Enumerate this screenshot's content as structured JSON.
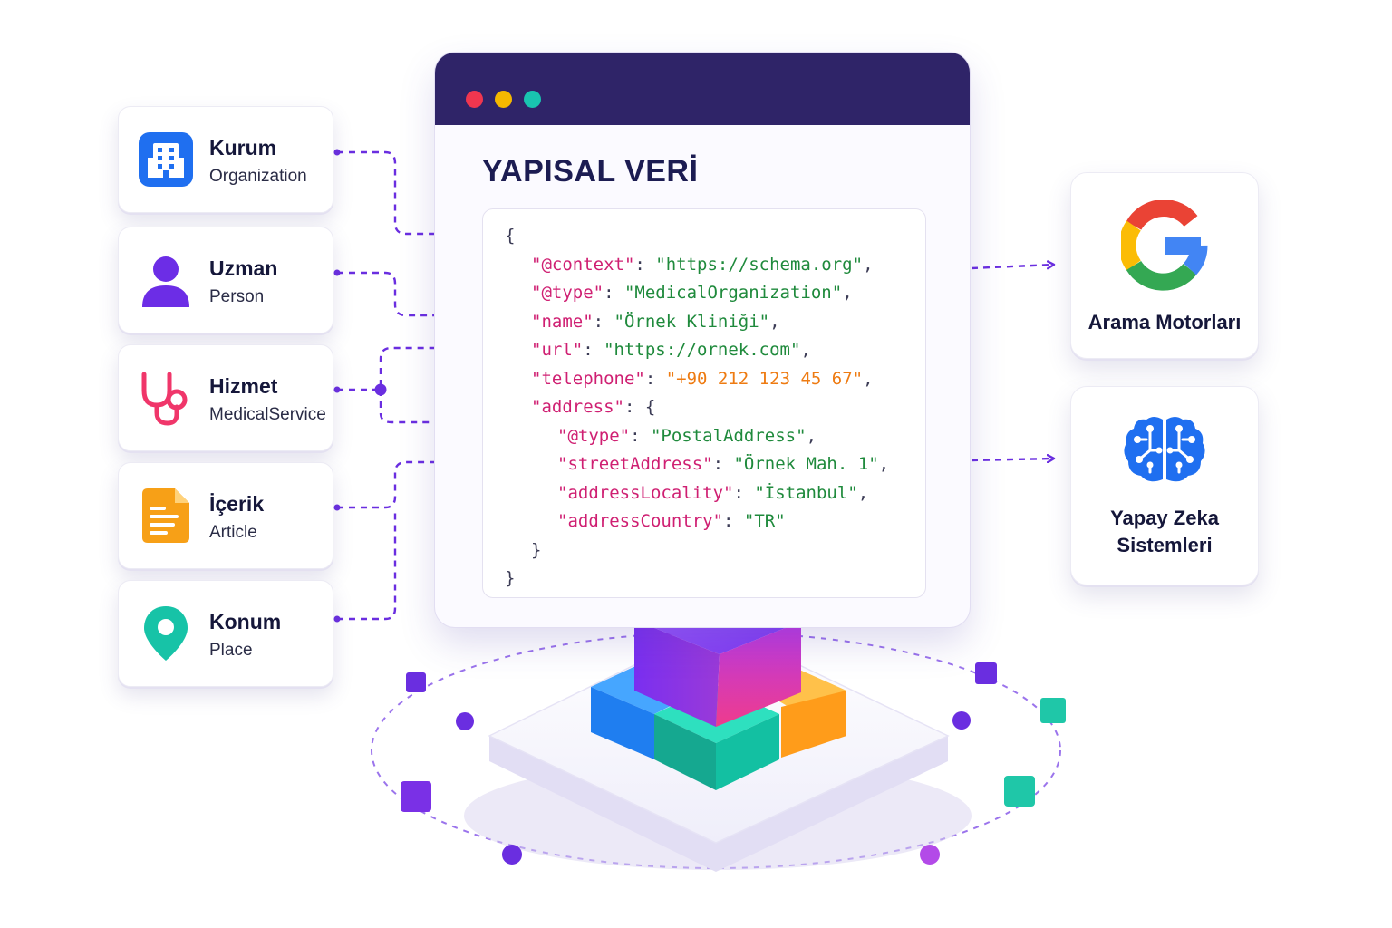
{
  "window": {
    "title": "YAPISAL VERİ",
    "controls": {
      "close_color": "#f0364f",
      "minimize_color": "#f5b800",
      "maximize_color": "#19c4b0"
    },
    "titlebar_color": "#2f2468"
  },
  "entities": [
    {
      "title": "Kurum",
      "subtitle": "Organization",
      "icon": "building-icon",
      "color": "#1f6ff0"
    },
    {
      "title": "Uzman",
      "subtitle": "Person",
      "icon": "person-icon",
      "color": "#6c2de6"
    },
    {
      "title": "Hizmet",
      "subtitle": "MedicalService",
      "icon": "stethoscope-icon",
      "color": "#f0366a"
    },
    {
      "title": "İçerik",
      "subtitle": "Article",
      "icon": "document-icon",
      "color": "#f7a017"
    },
    {
      "title": "Konum",
      "subtitle": "Place",
      "icon": "location-pin-icon",
      "color": "#17c3a7"
    }
  ],
  "code": {
    "lines": [
      {
        "indent": 0,
        "tokens": [
          {
            "t": "{",
            "c": "p"
          }
        ]
      },
      {
        "indent": 1,
        "tokens": [
          {
            "t": "\"@context\"",
            "c": "k"
          },
          {
            "t": ": ",
            "c": "p"
          },
          {
            "t": "\"https://schema.org\"",
            "c": "s"
          },
          {
            "t": ",",
            "c": "p"
          }
        ]
      },
      {
        "indent": 1,
        "tokens": [
          {
            "t": "\"@type\"",
            "c": "k"
          },
          {
            "t": ": ",
            "c": "p"
          },
          {
            "t": "\"MedicalOrganization\"",
            "c": "s"
          },
          {
            "t": ",",
            "c": "p"
          }
        ]
      },
      {
        "indent": 1,
        "tokens": [
          {
            "t": "\"name\"",
            "c": "k"
          },
          {
            "t": ": ",
            "c": "p"
          },
          {
            "t": "\"Örnek Kliniği\"",
            "c": "s"
          },
          {
            "t": ",",
            "c": "p"
          }
        ]
      },
      {
        "indent": 1,
        "tokens": [
          {
            "t": "\"url\"",
            "c": "k"
          },
          {
            "t": ": ",
            "c": "p"
          },
          {
            "t": "\"https://ornek.com\"",
            "c": "s"
          },
          {
            "t": ",",
            "c": "p"
          }
        ]
      },
      {
        "indent": 1,
        "tokens": [
          {
            "t": "\"telephone\"",
            "c": "k"
          },
          {
            "t": ": ",
            "c": "p"
          },
          {
            "t": "\"+90 212 123 45 67\"",
            "c": "o"
          },
          {
            "t": ",",
            "c": "p"
          }
        ]
      },
      {
        "indent": 1,
        "tokens": [
          {
            "t": "\"address\"",
            "c": "k"
          },
          {
            "t": ": {",
            "c": "p"
          }
        ]
      },
      {
        "indent": 2,
        "tokens": [
          {
            "t": "\"@type\"",
            "c": "k"
          },
          {
            "t": ": ",
            "c": "p"
          },
          {
            "t": "\"PostalAddress\"",
            "c": "s"
          },
          {
            "t": ",",
            "c": "p"
          }
        ]
      },
      {
        "indent": 2,
        "tokens": [
          {
            "t": "\"streetAddress\"",
            "c": "k"
          },
          {
            "t": ": ",
            "c": "p"
          },
          {
            "t": "\"Örnek Mah. 1\"",
            "c": "s"
          },
          {
            "t": ",",
            "c": "p"
          }
        ]
      },
      {
        "indent": 2,
        "tokens": [
          {
            "t": "\"addressLocality\"",
            "c": "k"
          },
          {
            "t": ": ",
            "c": "p"
          },
          {
            "t": "\"İstanbul\"",
            "c": "s"
          },
          {
            "t": ",",
            "c": "p"
          }
        ]
      },
      {
        "indent": 2,
        "tokens": [
          {
            "t": "\"addressCountry\"",
            "c": "k"
          },
          {
            "t": ": ",
            "c": "p"
          },
          {
            "t": "\"TR\"",
            "c": "s"
          }
        ]
      },
      {
        "indent": 1,
        "tokens": [
          {
            "t": "}",
            "c": "p"
          }
        ]
      },
      {
        "indent": 0,
        "tokens": [
          {
            "t": "}",
            "c": "p"
          }
        ]
      }
    ]
  },
  "targets": [
    {
      "label": "Arama Motorları",
      "icon": "google-icon"
    },
    {
      "label": "Yapay Zeka Sistemleri",
      "icon": "brain-icon",
      "color": "#1f6ff0"
    }
  ],
  "accent_color": "#6a2ee0"
}
